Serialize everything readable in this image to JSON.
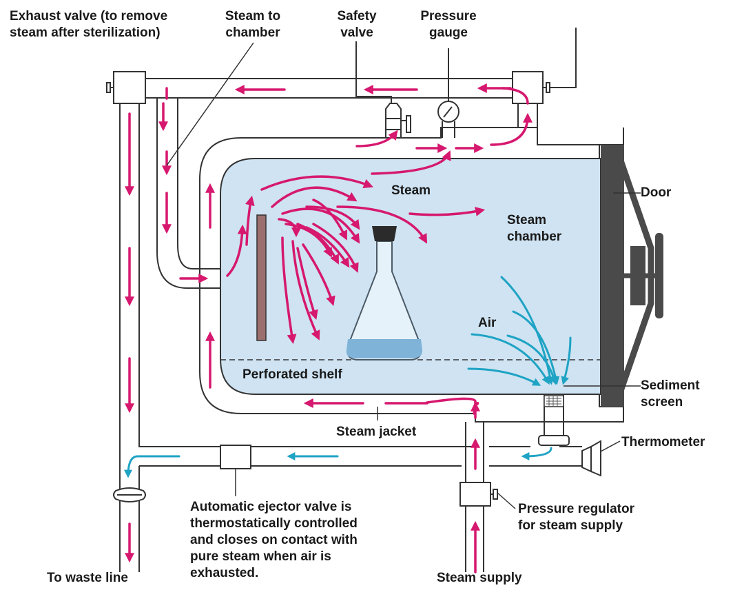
{
  "labels": {
    "exhaust_valve": "Exhaust valve (to remove\nsteam after sterilization)",
    "steam_to_chamber": "Steam to\nchamber",
    "safety_valve": "Safety\nvalve",
    "pressure_gauge": "Pressure\ngauge",
    "steam": "Steam",
    "door": "Door",
    "steam_chamber": "Steam\nchamber",
    "air": "Air",
    "perforated_shelf": "Perforated shelf",
    "sediment_screen": "Sediment\nscreen",
    "steam_jacket": "Steam jacket",
    "thermometer": "Thermometer",
    "ejector_valve": "Automatic ejector valve is\nthermostatically controlled\nand closes on contact with\npure steam when air is\nexhausted.",
    "pressure_regulator": "Pressure regulator\nfor steam supply",
    "waste_line": "To waste line",
    "steam_supply": "Steam supply"
  },
  "colors": {
    "steam_arrows": "#d6186f",
    "air_arrows": "#1ea3c4",
    "chamber_fill": "#cfe3f2",
    "pipe_stroke": "#333333",
    "door": "#4a4a4a"
  }
}
